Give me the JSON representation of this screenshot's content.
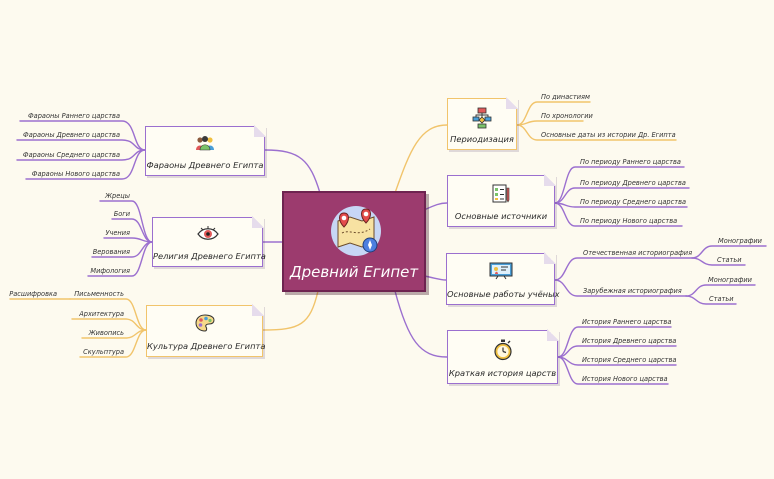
{
  "colors": {
    "background": "#fdfaef",
    "center_fill": "#9c3b6e",
    "branch_purple": "#9b6fcf",
    "branch_yellow": "#f1c46b"
  },
  "center": {
    "title": "Древний Египет",
    "icon": "map-pins-icon"
  },
  "left_topics": [
    {
      "label": "Фараоны Древнего Египта",
      "icon": "people-icon",
      "leaves": [
        "Фараоны Раннего царства",
        "Фараоны Древнего царства",
        "Фараоны Среднего царства",
        "Фараоны Нового царства"
      ]
    },
    {
      "label": "Религия Древнего Египта",
      "icon": "eye-icon",
      "leaves": [
        "Жрецы",
        "Боги",
        "Учения",
        "Верования",
        "Мифология"
      ]
    },
    {
      "label": "Культура Древнего Египта",
      "icon": "palette-icon",
      "leaves": [
        "Письменность",
        "Архитектура",
        "Живопись",
        "Скульптура"
      ],
      "subleaves": [
        "Расшифровка"
      ]
    }
  ],
  "right_topics": [
    {
      "label": "Периодизация",
      "icon": "flowchart-icon",
      "leaves": [
        "По династиям",
        "По хронологии",
        "Основные даты из истории Др. Египта"
      ]
    },
    {
      "label": "Основные источники",
      "icon": "checklist-icon",
      "leaves": [
        "По периоду Раннего царства",
        "По периоду Древнего царства",
        "По периоду Среднего царства",
        "По периоду Нового царства"
      ]
    },
    {
      "label": "Основные работы учёных",
      "icon": "presentation-icon",
      "leaves": [
        {
          "label": "Отечественная историография",
          "children": [
            "Монографии",
            "Статьи"
          ]
        },
        {
          "label": "Зарубежная историография",
          "children": [
            "Монографии",
            "Статьи"
          ]
        }
      ]
    },
    {
      "label": "Краткая история царств",
      "icon": "stopwatch-icon",
      "leaves": [
        "История Раннего царства",
        "История Древнего царства",
        "История Среднего царства",
        "История Нового царства"
      ]
    }
  ]
}
